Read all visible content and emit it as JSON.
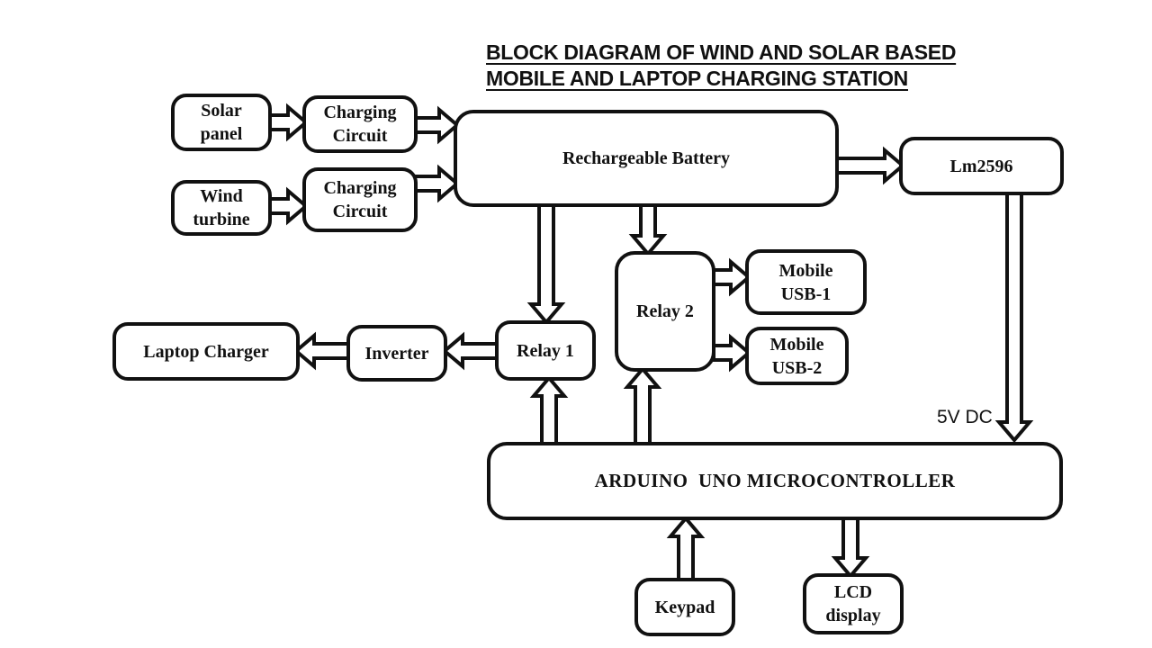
{
  "title": {
    "line1": "BLOCK DIAGRAM OF WIND AND SOLAR BASED",
    "line2": "MOBILE AND LAPTOP CHARGING STATION"
  },
  "blocks": {
    "solar_panel": "Solar\npanel",
    "charging_circuit_1": "Charging\nCircuit",
    "wind_turbine": "Wind\nturbine",
    "charging_circuit_2": "Charging\nCircuit",
    "rechargeable_battery": "Rechargeable Battery",
    "lm2596": "Lm2596",
    "relay_2": "Relay 2",
    "mobile_usb_1": "Mobile\nUSB-1",
    "mobile_usb_2": "Mobile\nUSB-2",
    "laptop_charger": "Laptop Charger",
    "inverter": "Inverter",
    "relay_1": "Relay 1",
    "arduino": "ARDUINO  UNO MICROCONTROLLER",
    "keypad": "Keypad",
    "lcd_display": "LCD\ndisplay"
  },
  "labels": {
    "output_voltage": "5V DC"
  },
  "connections": [
    "Solar panel -> Charging Circuit",
    "Wind turbine -> Charging Circuit",
    "Charging Circuit -> Rechargeable Battery",
    "Charging Circuit -> Rechargeable Battery",
    "Rechargeable Battery -> Lm2596",
    "Rechargeable Battery -> Relay 1",
    "Rechargeable Battery -> Relay 2",
    "Relay 2 -> Mobile USB-1",
    "Relay 2 -> Mobile USB-2",
    "Relay 1 -> Inverter",
    "Inverter -> Laptop Charger",
    "Lm2596 -> Arduino Uno Microcontroller (5V DC)",
    "Arduino Uno Microcontroller -> Relay 1",
    "Arduino Uno Microcontroller -> Relay 2",
    "Keypad -> Arduino Uno Microcontroller",
    "Arduino Uno Microcontroller -> LCD display"
  ],
  "colors": {
    "line": "#111111",
    "background": "#ffffff",
    "text": "#111111"
  }
}
